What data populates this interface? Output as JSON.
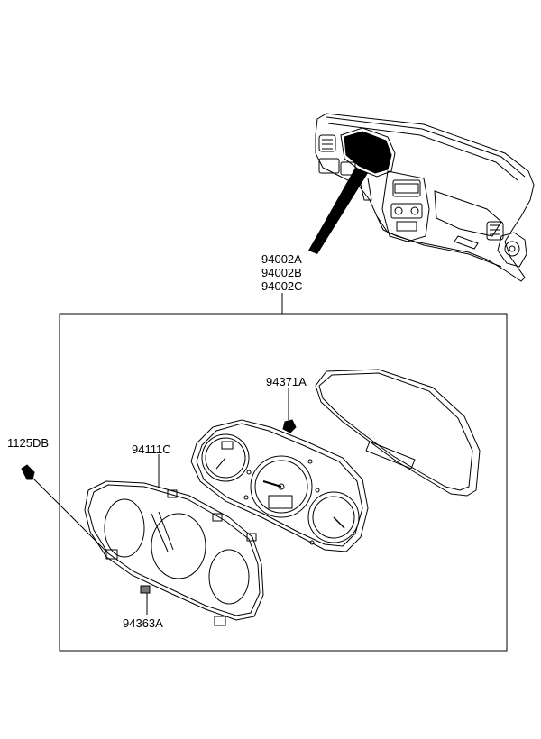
{
  "labels": {
    "assembly": [
      "94002A",
      "94002B",
      "94002C"
    ],
    "lens": "94371A",
    "screw": "1125DB",
    "housing": "94111C",
    "clip": "94363A"
  }
}
